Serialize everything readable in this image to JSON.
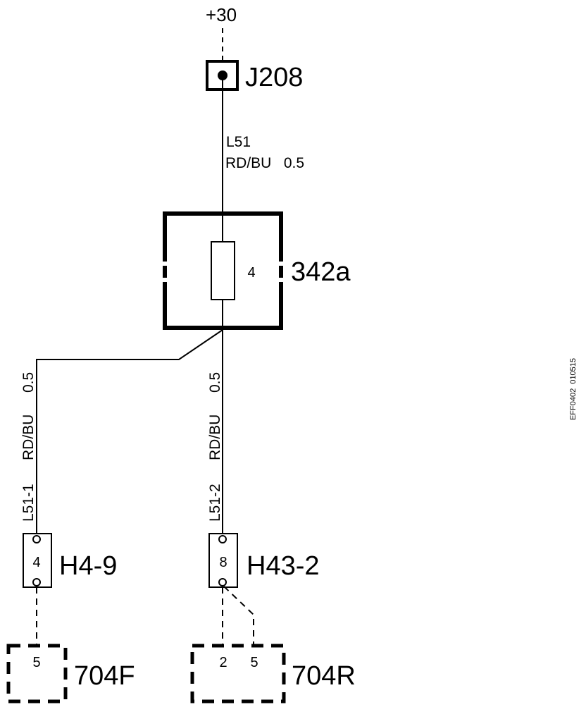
{
  "supply": "+30",
  "splice": {
    "id": "J208"
  },
  "wire_main": {
    "name": "L51",
    "spec": "RD/BU   0.5"
  },
  "fuse": {
    "id": "342a",
    "number": "4"
  },
  "branch_left": {
    "name": "L51-1",
    "color": "RD/BU",
    "size": "0.5"
  },
  "branch_right": {
    "name": "L51-2",
    "color": "RD/BU",
    "size": "0.5"
  },
  "connector_left": {
    "id": "H4-9",
    "pin": "4"
  },
  "connector_right": {
    "id": "H43-2",
    "pin": "8"
  },
  "component_left": {
    "id": "704F",
    "pin": "5"
  },
  "component_right": {
    "id": "704R",
    "pins": [
      "2",
      "5"
    ]
  },
  "figure_id": "EFF0402  010515"
}
